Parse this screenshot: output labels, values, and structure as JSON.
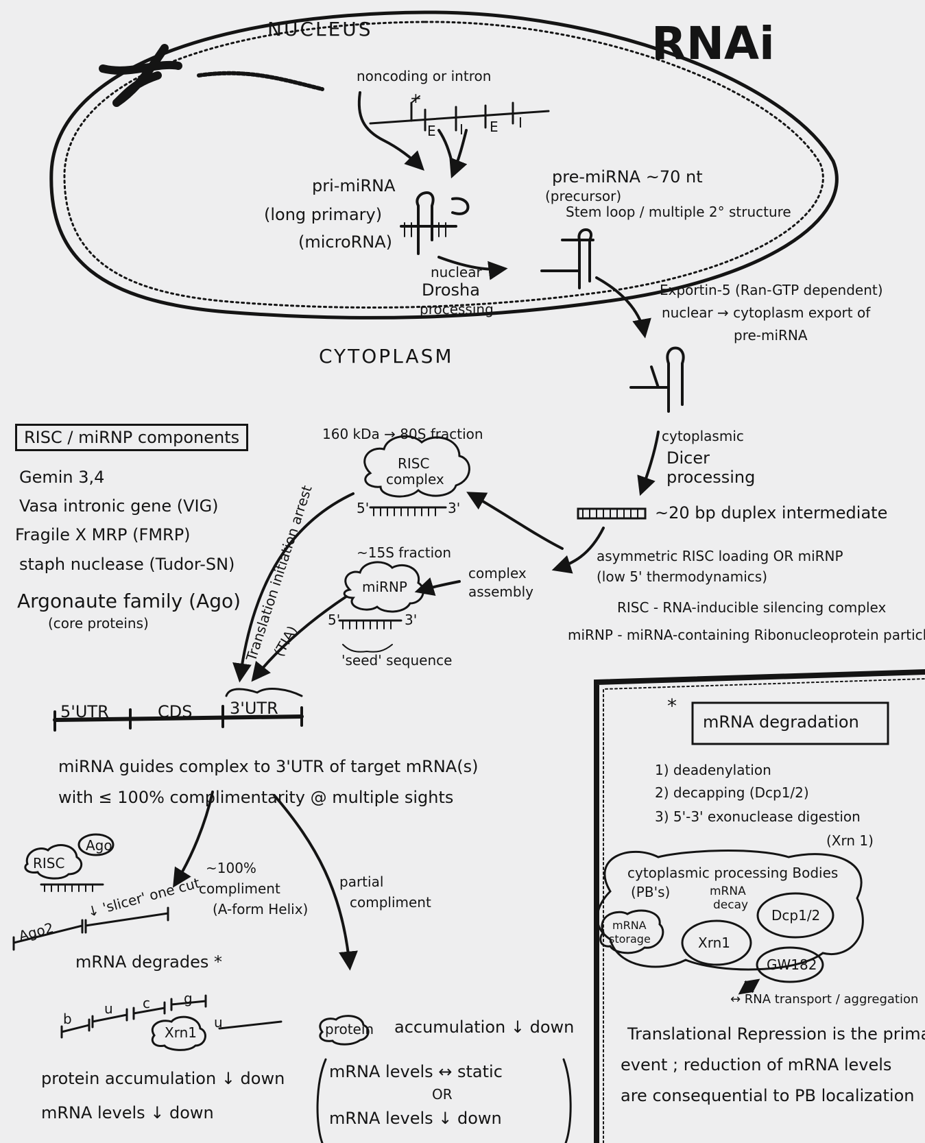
{
  "title": "RNAi",
  "nucleus": {
    "label": "NUCLEUS",
    "gene_note": "noncoding or intron",
    "exon_labels": [
      "E",
      "I",
      "E",
      "I"
    ],
    "tss_mark": "+",
    "pri_mirna": [
      "pri-miRNA",
      "(long primary)",
      "(microRNA)"
    ],
    "pre_mirna": [
      "pre-miRNA ~70 nt",
      "(precursor)",
      "Stem loop / multiple 2° structure"
    ],
    "drosha": [
      "nuclear",
      "Drosha",
      "processing"
    ]
  },
  "export": [
    "Exportin-5 (Ran-GTP dependent)",
    "nuclear → cytoplasm export of",
    "pre-miRNA"
  ],
  "cytoplasm": {
    "label": "CYTOPLASM",
    "dicer": [
      "cytoplasmic",
      "Dicer",
      "processing"
    ],
    "duplex": "~20 bp duplex intermediate",
    "loading": [
      "asymmetric RISC loading OR miRNP",
      "(low 5' thermodynamics)"
    ],
    "risc_def": "RISC - RNA-inducible silencing complex",
    "mirnp_def": "miRNP - miRNA-containing Ribonucleoprotein particle",
    "risc_fraction": "160 kDa → 80S fraction",
    "risc_cloud": [
      "RISC",
      "complex"
    ],
    "mirnp_fraction": "~15S fraction",
    "mirnp_cloud": "miRNP",
    "complex_assembly": [
      "complex",
      "assembly"
    ],
    "five_prime": "5'",
    "three_prime": "3'",
    "seed": "'seed' sequence",
    "tia": "Translation initiation arrest",
    "tia_abbr": "(TIA)"
  },
  "components": {
    "title": "RISC / miRNP components",
    "items": [
      "Gemin 3,4",
      "Vasa intronic gene (VIG)",
      "Fragile X MRP (FMRP)",
      "staph nuclease (Tudor-SN)",
      "Argonaute family (Ago)"
    ],
    "note": "(core proteins)"
  },
  "mrna": {
    "segments": [
      "5'UTR",
      "CDS",
      "3'UTR"
    ],
    "guide": [
      "miRNA guides complex to 3'UTR of target mRNA(s)",
      "with ≤ 100% complimentarity @ multiple sights"
    ]
  },
  "full_comp": {
    "risc": "RISC",
    "ago": "Ago",
    "slicer": "↓ 'slicer' one cut",
    "ago2": "Ago2",
    "label": [
      "~100%",
      "compliment",
      "(A-form Helix)"
    ],
    "degrades": "mRNA degrades *",
    "xrn1": "Xrn1",
    "pieces": [
      "b",
      "u",
      "c",
      "g",
      "u"
    ],
    "protein": "protein accumulation ↓ down",
    "mrna_levels": "mRNA levels ↓ down"
  },
  "partial_comp": {
    "label": [
      "partial",
      "compliment"
    ],
    "protein_word": "protein",
    "protein": "accumulation ↓ down",
    "mrna1": "mRNA levels ↔ static",
    "or": "OR",
    "mrna2": "mRNA levels ↓ down"
  },
  "degradation": {
    "star": "*",
    "title": "mRNA degradation",
    "steps": [
      "1) deadenylation",
      "2) decapping (Dcp1/2)",
      "3) 5'-3' exonuclease digestion",
      "(Xrn 1)"
    ],
    "pb": [
      "cytoplasmic processing Bodies",
      "(PB's)"
    ],
    "storage": [
      "mRNA",
      "storage"
    ],
    "decay": [
      "mRNA",
      "decay"
    ],
    "xrn1": "Xrn1",
    "dcp": "Dcp1/2",
    "gw": "GW182",
    "transport": "↔ RNA transport / aggregation",
    "note": [
      "Translational Repression is the primary",
      "event ; reduction of mRNA levels",
      "are consequential to PB localization"
    ]
  }
}
